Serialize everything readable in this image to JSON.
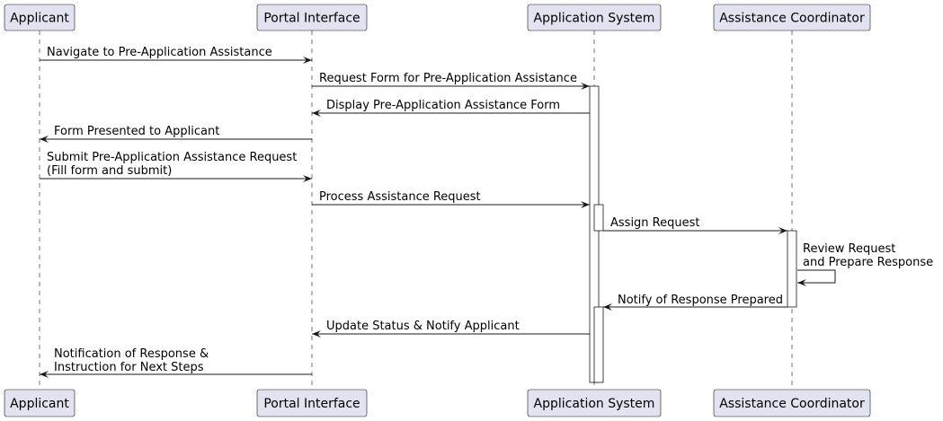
{
  "diagram": {
    "participants": [
      {
        "id": "applicant",
        "label": "Applicant"
      },
      {
        "id": "portal",
        "label": "Portal Interface"
      },
      {
        "id": "system",
        "label": "Application System"
      },
      {
        "id": "coordinator",
        "label": "Assistance Coordinator"
      }
    ],
    "messages": [
      {
        "from": "applicant",
        "to": "portal",
        "lines": [
          "Navigate to Pre-Application Assistance"
        ]
      },
      {
        "from": "portal",
        "to": "system",
        "lines": [
          "Request Form for Pre-Application Assistance"
        ]
      },
      {
        "from": "system",
        "to": "portal",
        "lines": [
          "Display Pre-Application Assistance Form"
        ]
      },
      {
        "from": "portal",
        "to": "applicant",
        "lines": [
          "Form Presented to Applicant"
        ]
      },
      {
        "from": "applicant",
        "to": "portal",
        "lines": [
          "Submit Pre-Application Assistance Request",
          "(Fill form and submit)"
        ]
      },
      {
        "from": "portal",
        "to": "system",
        "lines": [
          "Process Assistance Request"
        ]
      },
      {
        "from": "system",
        "to": "coordinator",
        "lines": [
          "Assign Request"
        ]
      },
      {
        "from": "coordinator",
        "to": "coordinator",
        "lines": [
          "Review Request",
          " and Prepare Response"
        ]
      },
      {
        "from": "coordinator",
        "to": "system",
        "lines": [
          "Notify of Response Prepared"
        ]
      },
      {
        "from": "system",
        "to": "portal",
        "lines": [
          "Update Status & Notify Applicant"
        ]
      },
      {
        "from": "portal",
        "to": "applicant",
        "lines": [
          "Notification of Response &",
          "Instruction for Next Steps"
        ]
      }
    ]
  }
}
